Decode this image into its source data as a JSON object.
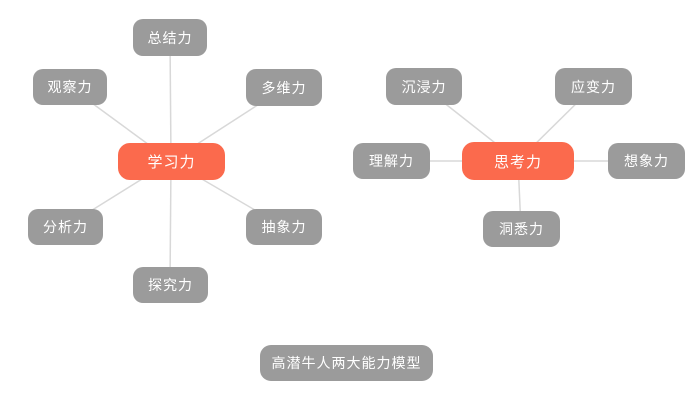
{
  "diagram_title": "高潜牛人两大能力模型",
  "colors": {
    "center_node": "#fb6a4d",
    "child_node": "#9b9b9b",
    "connector_line": "#d8d8d8",
    "node_text": "#ffffff",
    "background": "#ffffff"
  },
  "maps": {
    "learning": {
      "center": "学习力",
      "children": {
        "summary": "总结力",
        "observation": "观察力",
        "multidimension": "多维力",
        "analysis": "分析力",
        "abstraction": "抽象力",
        "exploration": "探究力"
      }
    },
    "thinking": {
      "center": "思考力",
      "children": {
        "immersion": "沉浸力",
        "adaptability": "应变力",
        "comprehension": "理解力",
        "imagination": "想象力",
        "insight": "洞悉力"
      }
    }
  }
}
